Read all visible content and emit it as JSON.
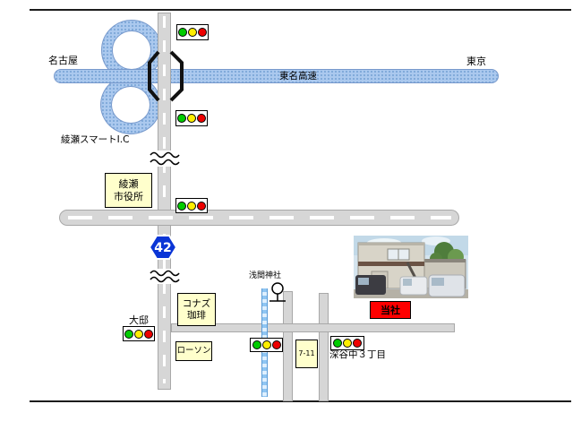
{
  "colors": {
    "road": "#d6d6d6",
    "road_edge": "#a8a8a8",
    "expressway_fill": "#abc9ee",
    "expressway_dot": "#7fa9d9",
    "expressway_edge": "#7799cc",
    "river_fill": "#dff0ff",
    "river_dash": "#8fc5f2",
    "landmark_fill": "#ffffcc",
    "company_fill": "#ff0000",
    "badge_fill": "#0a35d6",
    "signal_green": "#00cc00",
    "signal_yellow": "#ffee00",
    "signal_red": "#ee0000"
  },
  "labels": {
    "nagoya": "名古屋",
    "tokyo": "東京",
    "expressway": "東名高速",
    "smart_ic": "綾瀬スマートI.C",
    "route_number": "42",
    "intersection_left": "大邸",
    "shrine": "浅間神社",
    "intersection_main": "深谷中３丁目"
  },
  "landmarks": {
    "city_hall": {
      "line1": "綾瀬",
      "line2": "市役所"
    },
    "konas_coffee": {
      "line1": "コナズ",
      "line2": "珈琲"
    },
    "lawson": {
      "label": "ローソン"
    },
    "seven_eleven": {
      "label": "7-11"
    },
    "company": {
      "label": "当社"
    }
  }
}
